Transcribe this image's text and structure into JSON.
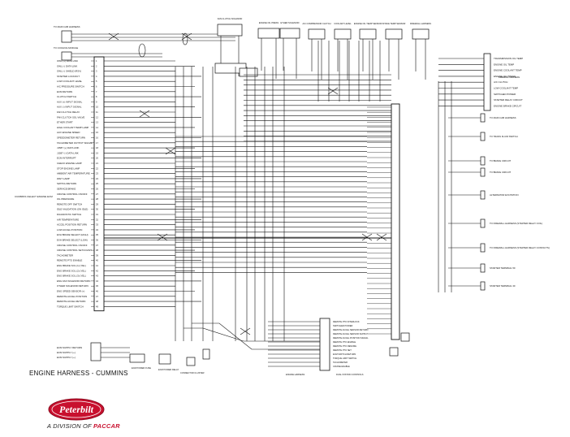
{
  "diagram": {
    "title": "ENGINE HARNESS - CUMMINS",
    "ecm_label": "CUMMINS CELECT ENGINE ECM",
    "left_connector_pins": [
      "OWL (+) DATA LINK",
      "OWL (-) DATA LINK",
      "OWL (-) SHIELD (RSV)",
      "STARTER LOCKOUT",
      "LOW COOLANT LEVEL",
      "A/C PRESSURE SWITCH",
      "ECM RETURN",
      "CLUTCH SWITCH",
      "AUX (+) INPUT SIGNAL",
      "AUX (-) INPUT SIGNAL",
      "FAN CLUTCH RELAY",
      "FAN CLUTCH SOL VALVE",
      "ETHER START",
      "HIGH COOLANT TEMP LAMP",
      "AUX ENGINE SPEED",
      "SPEEDOMETER RETURN",
      "TACHOMETER OUTPUT SIGNAL",
      "J1587 (+) DATA LINK",
      "J1587 (-) DATA LINK",
      "ECM INTERRUPT",
      "CHECK ENGINE LAMP",
      "STOP ENGINE LAMP",
      "AMBIENT AIR TEMPERATURE",
      "WAIT LAMP",
      "SWITCH RETURN",
      "SERVICE BRAKE",
      "CRUISE CONTROL ON/OFF",
      "OIL PRESSURE",
      "REMOTE OFF SWITCH",
      "IDLE VALIDATION (ON IDLE)",
      "DIAGNOSTIC SWITCH",
      "AIR TEMPERATURE",
      "ACCEL POSITION RETURN",
      "LOW ACCEL POSITION",
      "EXH BRAKE SELECT (HIGH)",
      "EXH BRAKE SELECT (LOW)",
      "CRUISE CONTROL ON/OFF",
      "CRUISE CONTROL SET/COAST",
      "TACHOMETER",
      "REMOTE PTO ENABLE",
      "ENG BRAKE SOL (1) (YEL)",
      "ENG BRAKE SOL (2) (YEL)",
      "ENG BRAKE SOL (3) (YEL)",
      "ENG FAN SOLENOID RETURN",
      "OTHER SOLENOID RETURN",
      "ENG SPEED SENSOR (+)",
      "REMOTE ACCEL POSITION",
      "REMOTE ACCEL RETURN",
      "TORQUE LIMIT SWITCH"
    ],
    "left_connector_extra": [
      "ECM SUPPLY RETURN",
      "ECM SUPPLY (+)",
      "ECM SUPPLY (+)"
    ],
    "right_outputs": [
      "TRANSMISSION OIL TEMP",
      "ENGINE OIL TEMP",
      "ENGINE COOLANT TEMP",
      "ENGINE OIL PRESS",
      "A/C CLUTCH",
      "LOW COOLANT TEMP",
      "SWITCHED POWER",
      "STARTER RELAY CIRCUIT",
      "ENGINE BRAKE CIRCUIT"
    ],
    "right_blocks": [
      "TO MAIN CAB HARNESS",
      "TO TRANS FLUID SWITCH",
      "TO BRAKE CIRCUIT",
      "TO BRAKE CIRCUIT",
      "ALTERNATOR EXCITATION",
      "TO FIREWALL HARNESS (STARTER RELAY COIL)",
      "TO FIREWALL HARNESS (STARTER RELAY CONTACTS)",
      "STARTER TERMINAL 50",
      "STARTER TERMINAL 30"
    ],
    "top_components": [
      "TO MAIN CAB HARNESS",
      "TO COOLING MODULE",
      "FAN CLUTCH SOLENOID",
      "ENGINE OIL PRESS",
      "ETHER SOLENOID",
      "A/C COMPRESSOR CLUTCH",
      "COOLANT LEVEL",
      "ENGINE OIL TEMP SENSOR",
      "INTAKE TEMP SENSOR",
      "FIREWALL HARNESS"
    ],
    "right_connector_pins": [
      "REMOTE PTO INTERLOCK",
      "SWITCHED POWER",
      "REMOTE ACCEL SENSOR RETURN",
      "REMOTE ACCEL SENSOR SUPPLY",
      "REMOTE ACCEL POSITION SIGNAL",
      "REMOTE PTO ENABLE",
      "REMOTE PTO RESUME",
      "REMOTE PTO SET",
      "ECM SWITCH RETURN",
      "TORQUE LIMIT SWITCH",
      "TACHOMETER",
      "CRUISE ENABLE"
    ],
    "bottom_labels": [
      "ECM POWER FUSE",
      "CONNECTOR CLUSTER",
      "ECM POWER RELAY",
      "ENGINE HARNESS",
      "DUAL STATION CONTROLS"
    ],
    "colors": {
      "ink": "#111111",
      "paper": "#ffffff",
      "brand_red": "#c8102e"
    }
  },
  "footer": {
    "logo_text": "Peterbilt",
    "tagline_prefix": "A DIVISION OF",
    "tagline_brand": "PACCAR"
  }
}
